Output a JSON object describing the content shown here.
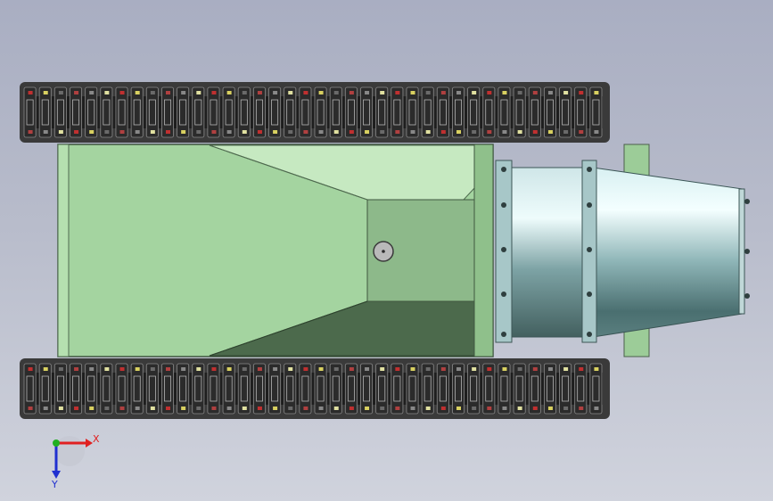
{
  "viewport": {
    "background_top": "#a9aec2",
    "background_bottom": "#d0d3dd"
  },
  "model": {
    "hull_color": "#9fcf9f",
    "hull_shadow_color": "#4f6b4f",
    "track_color": "#2a2a2a",
    "drum_color": "#9fc3c8",
    "track_link_count": 38
  },
  "triad": {
    "x_label": "X",
    "y_label": "Y",
    "x_color": "#e02020",
    "y_color": "#2030d0",
    "z_color": "#20b020"
  }
}
